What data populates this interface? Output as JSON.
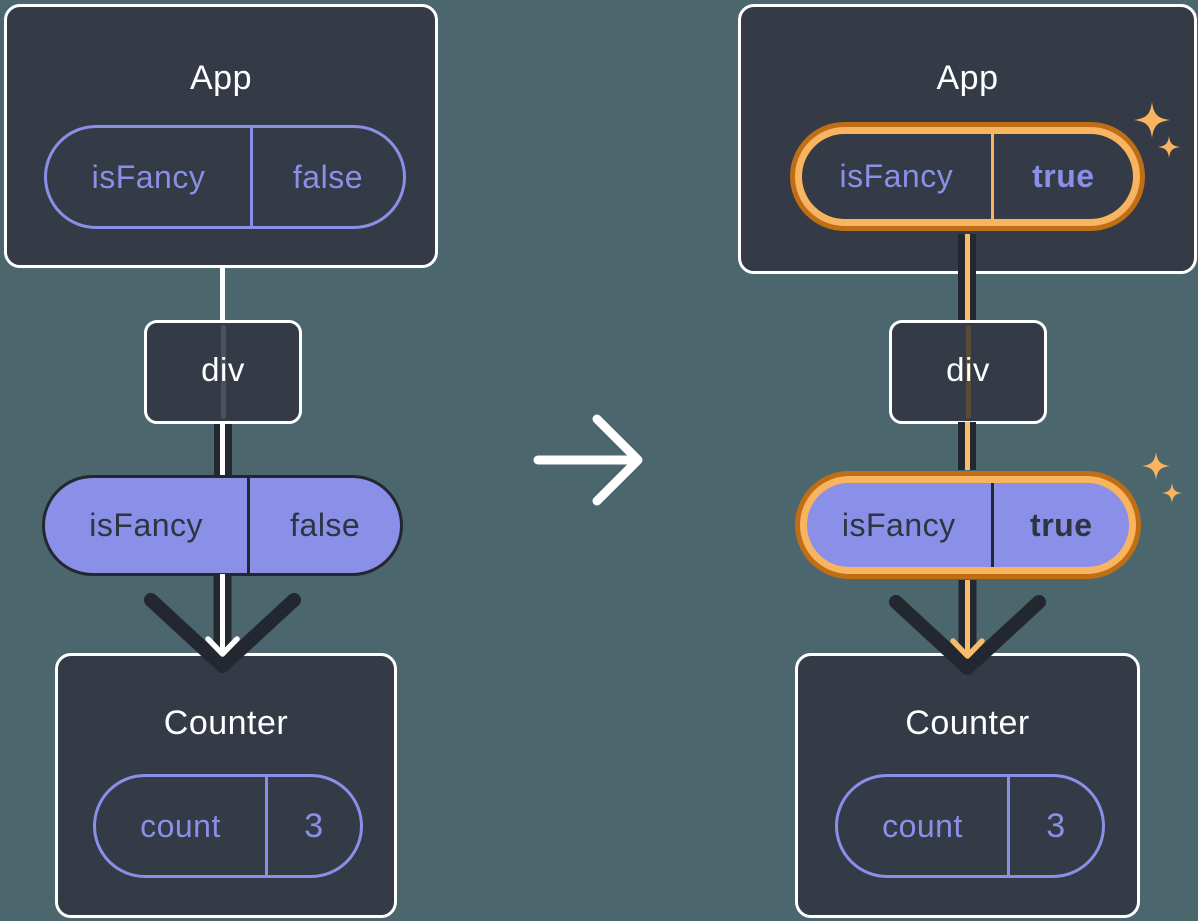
{
  "colors": {
    "background": "#4C666E",
    "component_box_fill": "#343A46",
    "component_box_border": "#FFFFFF",
    "purple_accent": "#8A8FE8",
    "dark_ink": "#23272F",
    "highlight_orange_light": "#F9B45F",
    "highlight_orange_dark": "#C06E15",
    "white": "#FFFFFF"
  },
  "before": {
    "app": {
      "title": "App",
      "state_pill": {
        "key": "isFancy",
        "value": "false"
      }
    },
    "div_node": {
      "label": "div"
    },
    "prop_pill": {
      "key": "isFancy",
      "value": "false"
    },
    "counter": {
      "title": "Counter",
      "state_pill": {
        "key": "count",
        "value": "3"
      }
    }
  },
  "after": {
    "app": {
      "title": "App",
      "state_pill": {
        "key": "isFancy",
        "value": "true"
      }
    },
    "div_node": {
      "label": "div"
    },
    "prop_pill": {
      "key": "isFancy",
      "value": "true"
    },
    "counter": {
      "title": "Counter",
      "state_pill": {
        "key": "count",
        "value": "3"
      }
    }
  },
  "icons": {
    "transition": "right-arrow",
    "highlight": "sparkle"
  }
}
